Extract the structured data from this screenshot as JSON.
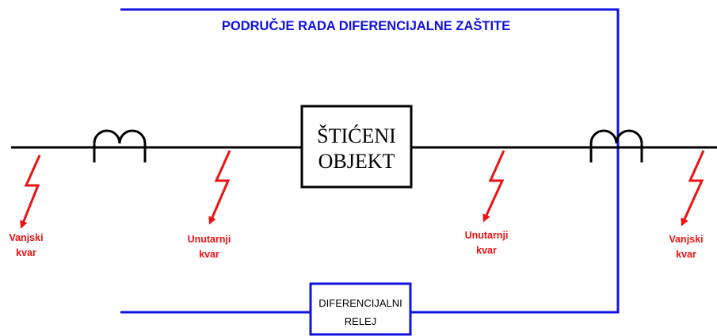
{
  "zone": {
    "title": "PODRUČJE RADA DIFERENCIJALNE ZAŠTITE",
    "color": "#1010e0"
  },
  "protected_object": {
    "line1": "ŠTIĆENI",
    "line2": "OBJEKT"
  },
  "relay": {
    "line1": "DIFERENCIJALNI",
    "line2": "RELEJ"
  },
  "faults": {
    "color": "#ee1111",
    "external_left": {
      "line1": "Vanjski",
      "line2": "kvar"
    },
    "internal_left": {
      "line1": "Unutarnji",
      "line2": "kvar"
    },
    "internal_right": {
      "line1": "Unutarnji",
      "line2": "kvar"
    },
    "external_right": {
      "line1": "Vanjski",
      "line2": "kvar"
    }
  }
}
